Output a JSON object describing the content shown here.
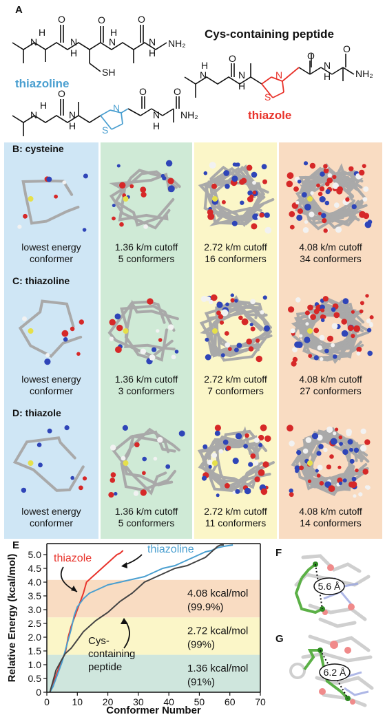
{
  "panel_a": {
    "letter": "A",
    "cys_title": "Cys-containing peptide",
    "thiazoline_title": "thiazoline",
    "thiazole_title": "thiazole",
    "atoms": {
      "N": "N",
      "H": "H",
      "O": "O",
      "SH": "SH",
      "S": "S",
      "NH2": "NH₂"
    }
  },
  "grid": {
    "column_colors": [
      "#cfe6f5",
      "#cfead6",
      "#fbf6c8",
      "#f9dcc2"
    ],
    "sections": [
      {
        "title": "B: cysteine",
        "captions": [
          [
            "lowest energy",
            "conformer"
          ],
          [
            "1.36 k/m cutoff",
            "5 conformers"
          ],
          [
            "2.72 k/m cutoff",
            "16 conformers"
          ],
          [
            "4.08 k/m cutoff",
            "34 conformers"
          ]
        ]
      },
      {
        "title": "C: thiazoline",
        "captions": [
          [
            "lowest energy",
            "conformer"
          ],
          [
            "1.36 k/m cutoff",
            "3 conformers"
          ],
          [
            "2.72 k/m cutoff",
            "7 conformers"
          ],
          [
            "4.08 k/m cutoff",
            "27 conformers"
          ]
        ]
      },
      {
        "title": "D: thiazole",
        "captions": [
          [
            "lowest energy",
            "conformer"
          ],
          [
            "1.36 k/m cutoff",
            "5 conformers"
          ],
          [
            "2.72 k/m cutoff",
            "11 conformers"
          ],
          [
            "4.08 k/m cutoff",
            "14 conformers"
          ]
        ]
      }
    ]
  },
  "chart_data": {
    "type": "line",
    "panel_letter": "E",
    "xlabel": "Conformer Number",
    "ylabel": "Relative Energy (kcal/mol)",
    "xlim": [
      0,
      70
    ],
    "ylim": [
      0,
      5.4
    ],
    "xticks": [
      0,
      10,
      20,
      30,
      40,
      50,
      60,
      70
    ],
    "yticks": [
      0,
      0.5,
      1.0,
      1.5,
      2.0,
      2.5,
      3.0,
      3.5,
      4.0,
      4.5,
      5.0
    ],
    "ytick_labels": [
      "0",
      "0.5",
      "1.0",
      "1.5",
      "2.0",
      "2.5",
      "3.0",
      "3.5",
      "4.0",
      "4.5",
      "5.0"
    ],
    "bands": [
      {
        "from": 0,
        "to": 1.36,
        "color": "#cfe6dd",
        "label": "1.36 kcal/mol",
        "pct": "(91%)"
      },
      {
        "from": 1.36,
        "to": 2.72,
        "color": "#fbf6c8",
        "label": "2.72 kcal/mol",
        "pct": "(99%)"
      },
      {
        "from": 2.72,
        "to": 4.08,
        "color": "#f9dcc2",
        "label": "4.08 kcal/mol",
        "pct": "(99.9%)"
      }
    ],
    "series": [
      {
        "name": "thiazole",
        "color": "#e8322a",
        "x": [
          1,
          2,
          3,
          4,
          5,
          6,
          7,
          8,
          9,
          10,
          11,
          12,
          13,
          14,
          15,
          16,
          17,
          18,
          19,
          20,
          21,
          22,
          23,
          24,
          25
        ],
        "y": [
          0.0,
          0.3,
          0.6,
          0.9,
          1.2,
          1.4,
          2.0,
          2.4,
          2.7,
          3.0,
          3.3,
          3.6,
          4.0,
          4.1,
          4.2,
          4.3,
          4.4,
          4.5,
          4.6,
          4.7,
          4.8,
          4.9,
          5.0,
          5.05,
          5.15
        ]
      },
      {
        "name": "thiazoline",
        "color": "#4a9fd0",
        "x": [
          1,
          2,
          3,
          4,
          5,
          6,
          7,
          8,
          9,
          10,
          12,
          14,
          16,
          18,
          20,
          22,
          24,
          26,
          28,
          30,
          32,
          34,
          36,
          38,
          40,
          42,
          44,
          46,
          48,
          50,
          52,
          54,
          56,
          58,
          61
        ],
        "y": [
          0.0,
          0.2,
          0.5,
          0.8,
          1.1,
          1.5,
          1.9,
          2.3,
          2.8,
          3.1,
          3.4,
          3.6,
          3.7,
          3.8,
          3.9,
          3.95,
          4.0,
          4.05,
          4.1,
          4.15,
          4.2,
          4.3,
          4.4,
          4.5,
          4.55,
          4.6,
          4.7,
          4.8,
          4.9,
          5.0,
          5.1,
          5.15,
          5.25,
          5.3,
          5.35
        ]
      },
      {
        "name": "Cys-containing peptide",
        "color": "#444444",
        "x": [
          1,
          2,
          3,
          4,
          5,
          6,
          8,
          10,
          12,
          14,
          16,
          18,
          20,
          22,
          24,
          26,
          28,
          30,
          32,
          34,
          36,
          38,
          40,
          42,
          44,
          46,
          48,
          50,
          52,
          54,
          56,
          57,
          58
        ],
        "y": [
          0.0,
          0.4,
          0.8,
          1.0,
          1.2,
          1.4,
          1.6,
          1.9,
          2.2,
          2.4,
          2.6,
          2.75,
          2.9,
          3.1,
          3.3,
          3.45,
          3.6,
          3.8,
          4.0,
          4.1,
          4.2,
          4.3,
          4.4,
          4.5,
          4.55,
          4.6,
          4.7,
          4.8,
          4.9,
          5.1,
          5.3,
          5.35,
          5.35
        ]
      }
    ],
    "annotations": [
      {
        "text": "thiazole",
        "color": "#e8322a"
      },
      {
        "text": "thiazoline",
        "color": "#4a9fd0"
      },
      {
        "text_lines": [
          "Cys-",
          "containing",
          "peptide"
        ],
        "color": "#111111"
      }
    ]
  },
  "panel_f": {
    "letter": "F",
    "distance": "5.6 Å"
  },
  "panel_g": {
    "letter": "G",
    "distance": "6.2 Å"
  }
}
